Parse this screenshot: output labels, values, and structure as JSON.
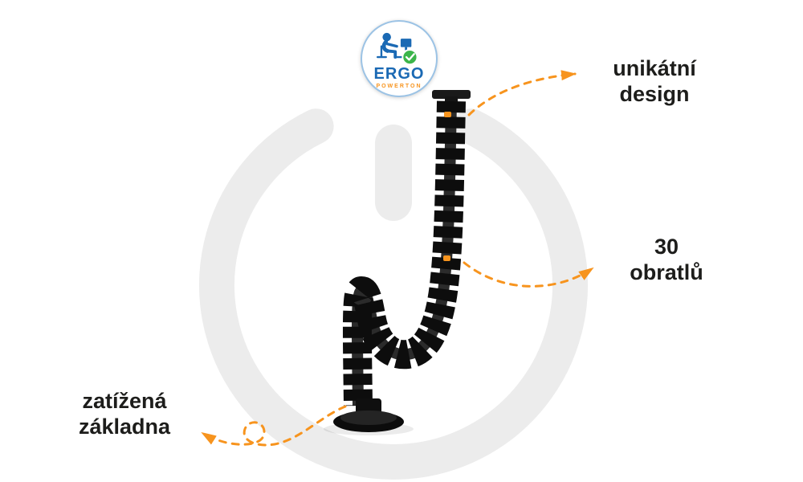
{
  "page": {
    "background": "#ffffff"
  },
  "logo": {
    "brand": "ERGO",
    "subbrand": "POWERTON",
    "icons": {
      "figure": "person-at-desk-icon",
      "check": "check-badge-icon"
    }
  },
  "watermark": {
    "icon": "power-icon"
  },
  "illustration": {
    "icon": "cable-spine-illustration"
  },
  "annotations": {
    "design": {
      "line1": "unikátní",
      "line2": "design"
    },
    "vertebrae": {
      "line1": "30",
      "line2": "obratlů"
    },
    "base": {
      "line1": "zatížená",
      "line2": "základna"
    }
  },
  "colors": {
    "accent_orange": "#F7941E",
    "brand_blue": "#1A69B4",
    "check_green": "#3BB54A",
    "text_dark": "#1D1D1B",
    "watermark_gray": "#ECECEC",
    "product_black": "#101010"
  }
}
